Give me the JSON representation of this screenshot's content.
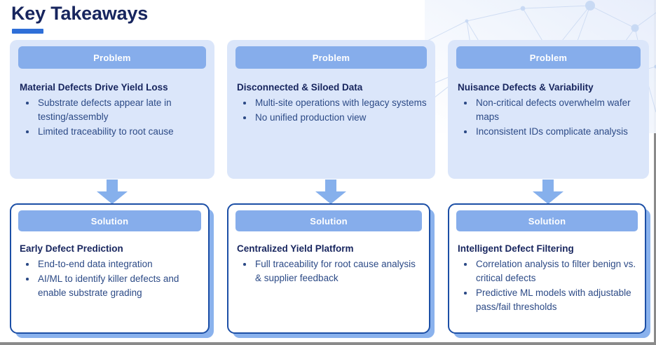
{
  "slide": {
    "title": "Key Takeaways",
    "accent_color": "#2f6fd8",
    "title_color": "#17255e",
    "problem_card_bg": "#dbe6fa",
    "header_bar_color": "#86adeb",
    "solution_border_color": "#1c4fa6",
    "solution_shadow_color": "#8ab2ed",
    "body_text_color": "#2c4a86"
  },
  "columns": [
    {
      "problem": {
        "badge": "Problem",
        "heading": "Material Defects Drive Yield Loss",
        "bullets": [
          "Substrate defects appear late in testing/assembly",
          "Limited traceability to root cause"
        ]
      },
      "arrow": "down-arrow-icon",
      "solution": {
        "badge": "Solution",
        "heading": "Early Defect Prediction",
        "bullets": [
          "End-to-end data integration",
          "AI/ML to identify killer defects and enable substrate grading"
        ]
      }
    },
    {
      "problem": {
        "badge": "Problem",
        "heading": "Disconnected & Siloed Data",
        "bullets": [
          "Multi-site operations with legacy systems",
          "No unified production view"
        ]
      },
      "arrow": "down-arrow-icon",
      "solution": {
        "badge": "Solution",
        "heading": "Centralized Yield Platform",
        "bullets": [
          "Full traceability for root cause analysis & supplier feedback"
        ]
      }
    },
    {
      "problem": {
        "badge": "Problem",
        "heading": "Nuisance Defects & Variability",
        "bullets": [
          "Non-critical defects overwhelm wafer maps",
          "Inconsistent IDs complicate analysis"
        ]
      },
      "arrow": "down-arrow-icon",
      "solution": {
        "badge": "Solution",
        "heading": "Intelligent Defect Filtering",
        "bullets": [
          "Correlation analysis to filter benign vs. critical defects",
          "Predictive ML models with adjustable pass/fail thresholds"
        ]
      }
    }
  ]
}
